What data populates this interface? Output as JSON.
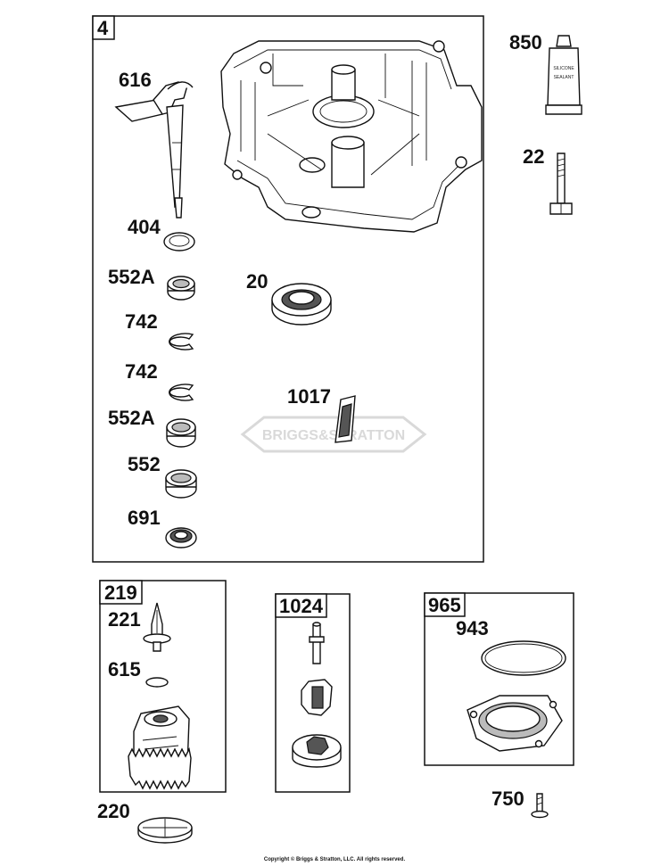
{
  "boxes": {
    "main": "4",
    "kit_219": "219",
    "kit_1024": "1024",
    "kit_965": "965"
  },
  "parts": {
    "p616": "616",
    "p404": "404",
    "p552a_1": "552A",
    "p742_1": "742",
    "p742_2": "742",
    "p552a_2": "552A",
    "p552": "552",
    "p691": "691",
    "p20": "20",
    "p1017": "1017",
    "p850": "850",
    "p22": "22",
    "p221": "221",
    "p615": "615",
    "p220": "220",
    "p943": "943",
    "p750": "750"
  },
  "tube_text": {
    "line1": "SILICONE",
    "line2": "SEALANT"
  },
  "watermark": "BRIGGS&STRATTON",
  "copyright": "Copyright © Briggs & Stratton, LLC. All rights reserved."
}
